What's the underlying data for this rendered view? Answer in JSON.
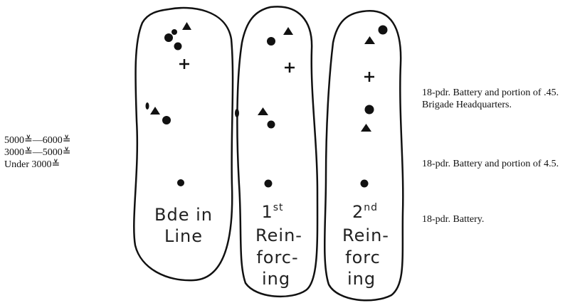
{
  "range_legend": [
    "5000≚—6000≚",
    "3000≚—5000≚",
    "Under 3000≚"
  ],
  "columns": [
    {
      "label_lines": [
        "Bde in",
        "Line"
      ]
    },
    {
      "ordinal": "1",
      "ordinal_suffix": "st",
      "label_lines": [
        "Rein-",
        "forc-",
        "ing"
      ]
    },
    {
      "ordinal": "2",
      "ordinal_suffix": "nd",
      "label_lines": [
        "Rein-",
        "forc",
        "ing"
      ]
    }
  ],
  "notes": [
    "18-pdr. Battery and portion of .45. Brigade Headquarters.",
    "18-pdr. Battery and portion of 4.5.",
    "18-pdr. Battery."
  ],
  "symbols": {
    "battery_18pdr": "circle",
    "howitzer_45": "triangle",
    "brigade_hq": "cross"
  }
}
